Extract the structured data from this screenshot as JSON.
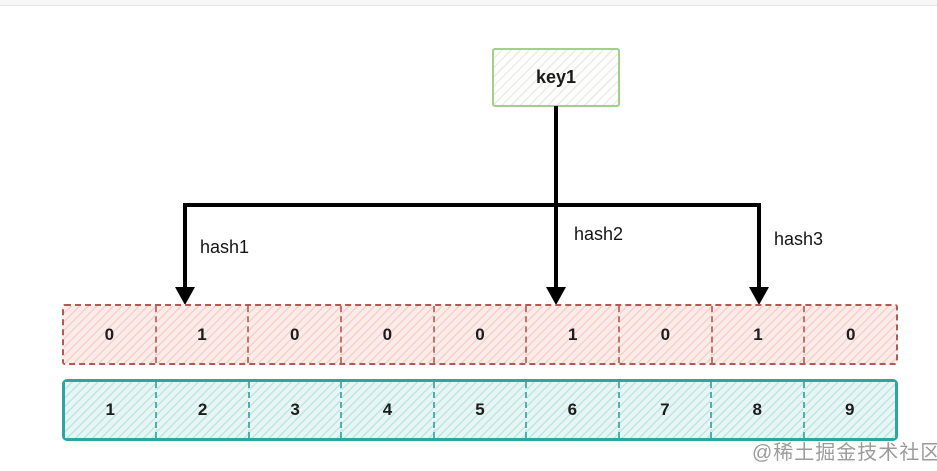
{
  "diagram": {
    "key_box": {
      "label": "key1",
      "border_color": "#a3ce8c"
    },
    "arrows": [
      {
        "label": "hash1"
      },
      {
        "label": "hash2"
      },
      {
        "label": "hash3"
      }
    ],
    "bit_array": {
      "values": [
        "0",
        "1",
        "0",
        "0",
        "0",
        "1",
        "0",
        "1",
        "0"
      ],
      "border_color": "#b25a52",
      "fill_color": "#fcebe8"
    },
    "index_array": {
      "values": [
        "1",
        "2",
        "3",
        "4",
        "5",
        "6",
        "7",
        "8",
        "9"
      ],
      "border_color": "#2ea5a3",
      "fill_color": "#e7f6f5"
    },
    "line_color": "#000000"
  },
  "watermark": {
    "text": "@稀土掘金技术社区",
    "color": "#8a8a8a"
  }
}
